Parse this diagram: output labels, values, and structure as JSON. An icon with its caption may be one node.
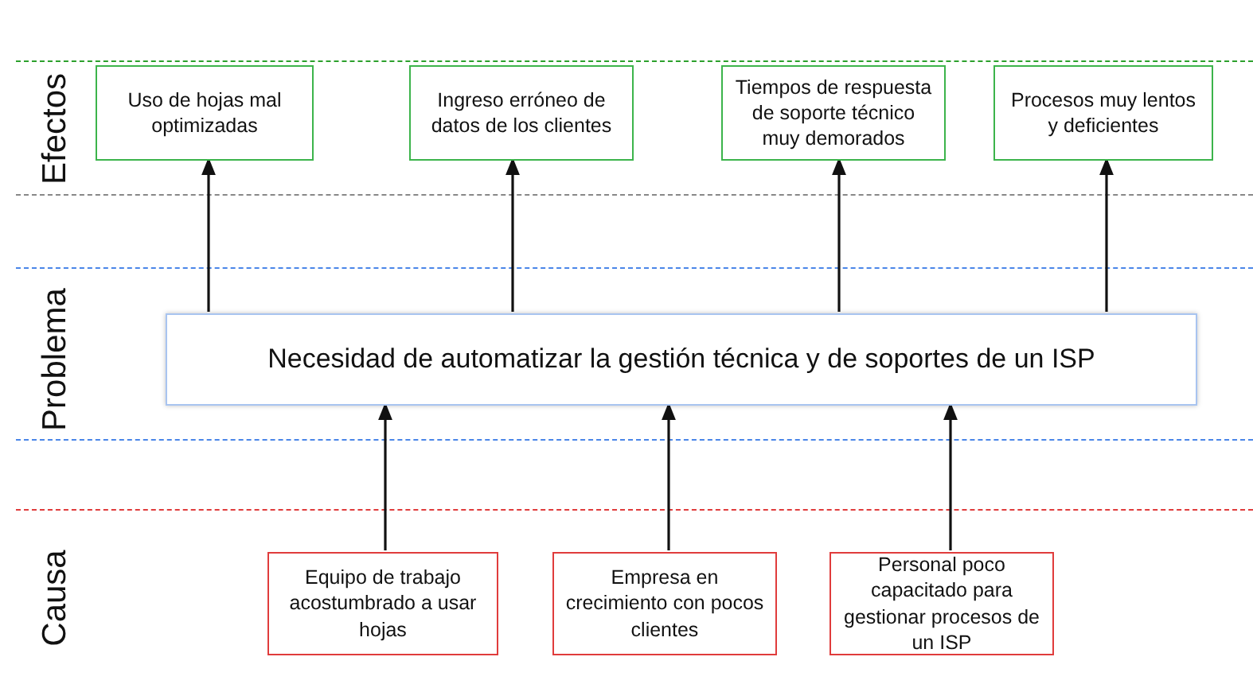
{
  "diagram": {
    "nodes": [
      {
        "text": [
          "Efectos"
        ]
      },
      {
        "text": [
          "Problema"
        ]
      },
      {
        "text": [
          "Causa"
        ]
      },
      {
        "text": [
          "Uso de hojas mal optimizadas"
        ],
        "in": 0
      },
      {
        "text": [
          "Ingreso erróneo de datos de los clientes"
        ],
        "in": 0
      },
      {
        "text": [
          "Tiempos de respuesta de soporte técnico muy demorados"
        ],
        "in": 0
      },
      {
        "text": [
          "Procesos muy lentos y deficientes"
        ],
        "in": 0
      },
      {
        "text": [
          "Necesidad de automatizar la gestión técnica y de soportes de un ISP"
        ],
        "in": 1
      },
      {
        "text": [
          "Equipo de trabajo acostumbrado a usar hojas"
        ],
        "in": 2
      },
      {
        "text": [
          "Empresa en crecimiento con pocos clientes"
        ],
        "in": 2
      },
      {
        "text": [
          "Personal poco capacitado para gestionar procesos de un ISP"
        ],
        "in": 2
      }
    ],
    "edges": [
      {
        "from": 7,
        "to": 3,
        "arrow": "to"
      },
      {
        "from": 7,
        "to": 4,
        "arrow": "to"
      },
      {
        "from": 7,
        "to": 5,
        "arrow": "to"
      },
      {
        "from": 7,
        "to": 6,
        "arrow": "to"
      },
      {
        "from": 8,
        "to": 7,
        "arrow": "to"
      },
      {
        "from": 9,
        "to": 7,
        "arrow": "to"
      },
      {
        "from": 10,
        "to": 7,
        "arrow": "to"
      }
    ]
  }
}
